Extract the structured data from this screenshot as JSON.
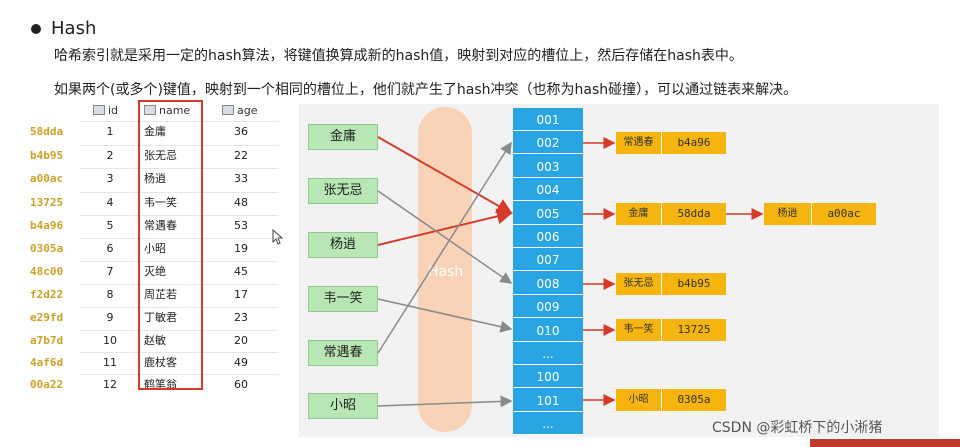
{
  "heading": "Hash",
  "paragraphs": [
    "哈希索引就是采用一定的hash算法，将键值换算成新的hash值，映射到对应的槽位上，然后存储在hash表中。",
    "如果两个(或多个)键值，映射到一个相同的槽位上，他们就产生了hash冲突（也称为hash碰撞），可以通过链表来解决。"
  ],
  "table": {
    "headers": [
      "id",
      "name",
      "age"
    ],
    "rows": [
      {
        "hash": "58dda",
        "id": "1",
        "name": "金庸",
        "age": "36"
      },
      {
        "hash": "b4b95",
        "id": "2",
        "name": "张无忌",
        "age": "22"
      },
      {
        "hash": "a00ac",
        "id": "3",
        "name": "杨逍",
        "age": "33"
      },
      {
        "hash": "13725",
        "id": "4",
        "name": "韦一笑",
        "age": "48"
      },
      {
        "hash": "b4a96",
        "id": "5",
        "name": "常遇春",
        "age": "53"
      },
      {
        "hash": "0305a",
        "id": "6",
        "name": "小昭",
        "age": "19"
      },
      {
        "hash": "48c00",
        "id": "7",
        "name": "灭绝",
        "age": "45"
      },
      {
        "hash": "f2d22",
        "id": "8",
        "name": "周芷若",
        "age": "17"
      },
      {
        "hash": "e29fd",
        "id": "9",
        "name": "丁敏君",
        "age": "23"
      },
      {
        "hash": "a7b7d",
        "id": "10",
        "name": "赵敏",
        "age": "20"
      },
      {
        "hash": "4af6d",
        "id": "11",
        "name": "鹿杖客",
        "age": "49"
      },
      {
        "hash": "00a22",
        "id": "12",
        "name": "鹤笔翁",
        "age": "60"
      }
    ]
  },
  "diagram": {
    "hash_label": "Hash",
    "keys": [
      "金庸",
      "张无忌",
      "杨逍",
      "韦一笑",
      "常遇春",
      "小昭"
    ],
    "slots": [
      "001",
      "002",
      "003",
      "004",
      "005",
      "006",
      "007",
      "008",
      "009",
      "010",
      "...",
      "100",
      "101",
      "..."
    ],
    "entries": [
      {
        "name": "常遇春",
        "hash": "b4a96"
      },
      {
        "name": "金庸",
        "hash": "58dda"
      },
      {
        "name": "杨逍",
        "hash": "a00ac"
      },
      {
        "name": "张无忌",
        "hash": "b4b95"
      },
      {
        "name": "韦一笑",
        "hash": "13725"
      },
      {
        "name": "小昭",
        "hash": "0305a"
      }
    ],
    "colors": {
      "key_fill": "#b8e6b4",
      "slot_fill": "#2aa5e4",
      "entry_fill": "#f6b40e",
      "hash_band": "#f8d3b8",
      "collision_arrow": "#d53a2a",
      "normal_arrow": "#8a8a8a"
    }
  },
  "watermark": "CSDN @彩虹桥下的小淅猪"
}
